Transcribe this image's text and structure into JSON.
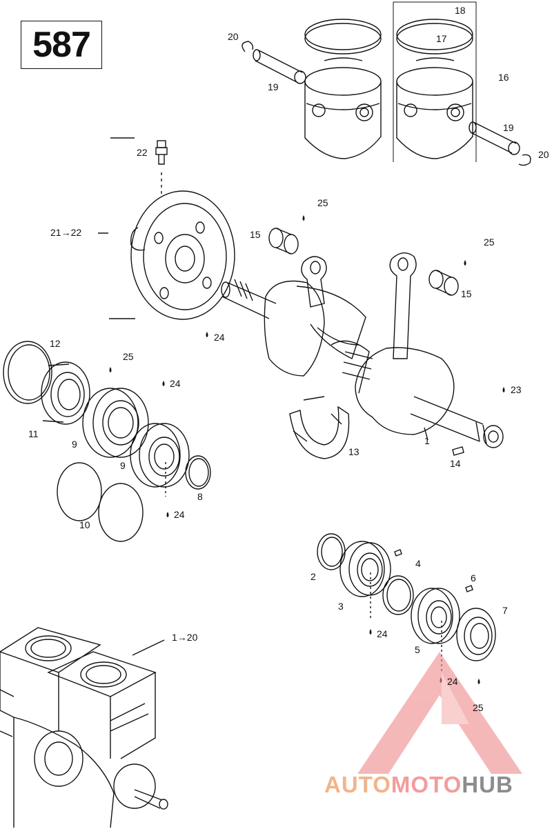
{
  "diagram": {
    "engine_code": "587",
    "callouts": [
      {
        "id": "c18",
        "text": "18"
      },
      {
        "id": "c17",
        "text": "17"
      },
      {
        "id": "c16",
        "text": "16"
      },
      {
        "id": "c20a",
        "text": "20"
      },
      {
        "id": "c19a",
        "text": "19"
      },
      {
        "id": "c19b",
        "text": "19"
      },
      {
        "id": "c20b",
        "text": "20"
      },
      {
        "id": "c22",
        "text": "22"
      },
      {
        "id": "c21",
        "text": "21→22"
      },
      {
        "id": "c25a",
        "text": "25"
      },
      {
        "id": "c15a",
        "text": "15"
      },
      {
        "id": "c25b",
        "text": "25"
      },
      {
        "id": "c15b",
        "text": "15"
      },
      {
        "id": "c24a",
        "text": "24"
      },
      {
        "id": "c12",
        "text": "12"
      },
      {
        "id": "c25c",
        "text": "25"
      },
      {
        "id": "c24b",
        "text": "24"
      },
      {
        "id": "c23",
        "text": "23"
      },
      {
        "id": "c11",
        "text": "11"
      },
      {
        "id": "c9a",
        "text": "9"
      },
      {
        "id": "c9b",
        "text": "9"
      },
      {
        "id": "c13",
        "text": "13"
      },
      {
        "id": "c1",
        "text": "1"
      },
      {
        "id": "c14",
        "text": "14"
      },
      {
        "id": "c8",
        "text": "8"
      },
      {
        "id": "c10",
        "text": "10"
      },
      {
        "id": "c24c",
        "text": "24"
      },
      {
        "id": "c2",
        "text": "2"
      },
      {
        "id": "c4",
        "text": "4"
      },
      {
        "id": "c6",
        "text": "6"
      },
      {
        "id": "c3",
        "text": "3"
      },
      {
        "id": "c7",
        "text": "7"
      },
      {
        "id": "c24d",
        "text": "24"
      },
      {
        "id": "c5",
        "text": "5"
      },
      {
        "id": "c1to20",
        "text": "1→20"
      },
      {
        "id": "c24e",
        "text": "24"
      },
      {
        "id": "c25d",
        "text": "25"
      }
    ]
  },
  "watermark": {
    "part1": "AUTO",
    "part2": "MOTO",
    "part3": "HUB"
  },
  "colors": {
    "ink": "#111111",
    "watermark_red": "#f08a8a",
    "watermark_orange": "#f2b48a",
    "watermark_gray": "#8c8c8c"
  }
}
